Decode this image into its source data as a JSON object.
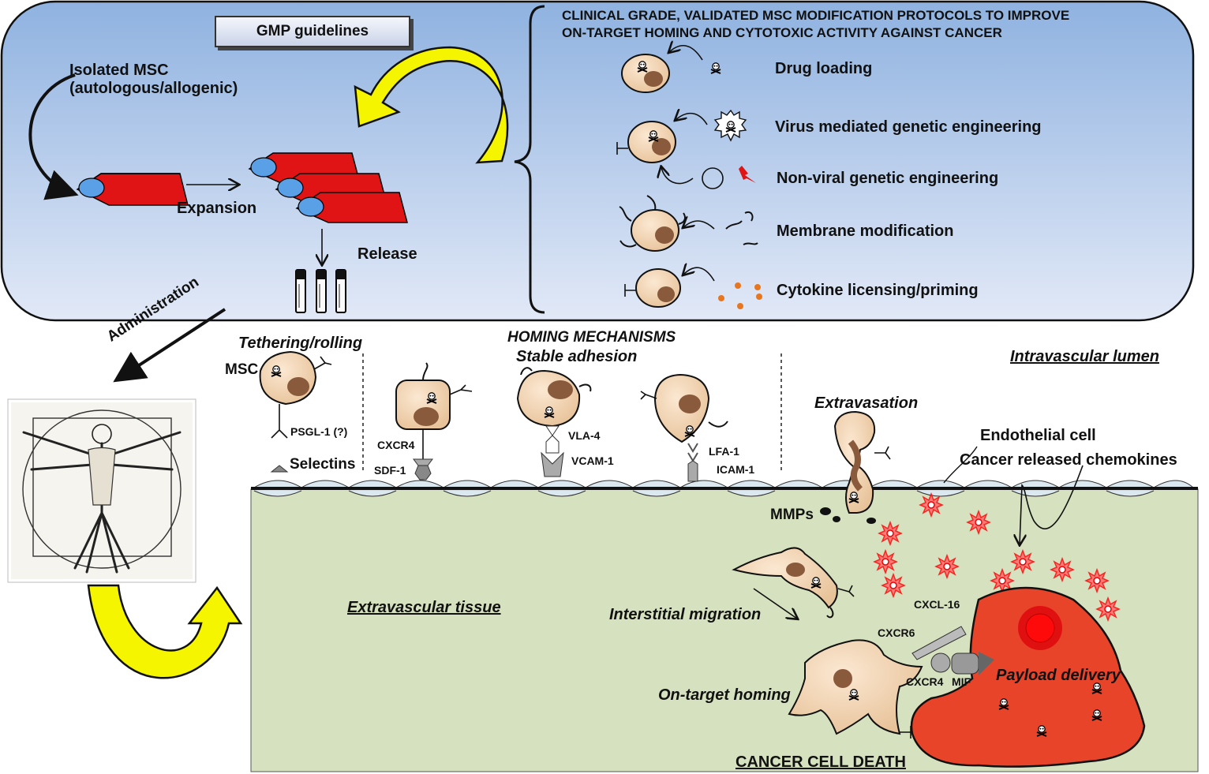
{
  "gmp_label": "GMP  guidelines",
  "protocol_header": {
    "line1": "CLINICAL GRADE, VALIDATED MSC MODIFICATION PROTOCOLS TO IMPROVE",
    "line2": "ON-TARGET HOMING AND CYTOTOXIC ACTIVITY AGAINST CANCER"
  },
  "protocols": [
    "Drug loading",
    "Virus mediated genetic engineering",
    "Non-viral genetic engineering",
    "Membrane modification",
    "Cytokine licensing/priming"
  ],
  "manufacturing": {
    "isolated_line1": "Isolated MSC",
    "isolated_line2": "(autologous/allogenic)",
    "expansion": "Expansion",
    "release": "Release"
  },
  "administration": "Administration",
  "homing": {
    "tethering": "Tethering/rolling",
    "msc": "MSC",
    "psgl1": "PSGL-1 (?)",
    "selectins": "Selectins",
    "title": "HOMING MECHANISMS",
    "stable": "Stable adhesion",
    "cxcr4": "CXCR4",
    "sdf1": "SDF-1",
    "vla4": "VLA-4",
    "vcam1": "VCAM-1",
    "lfa1": "LFA-1",
    "icam1": "ICAM-1",
    "intravascular": "Intravascular lumen",
    "extravasation": "Extravasation",
    "endothelial": "Endothelial cell",
    "chemokines": "Cancer released chemokines",
    "mmps": "MMPs"
  },
  "tissue": {
    "extravascular": "Extravascular tissue",
    "interstitial": "Interstitial migration",
    "cxcl16": "CXCL-16",
    "cxcr6": "CXCR6",
    "cxcr4": "CXCR4",
    "mif": "MIF",
    "payload": "Payload delivery",
    "ontarget": "On-target homing",
    "death": "CANCER CELL DEATH"
  },
  "colors": {
    "panel_top": "#8fb2e0",
    "panel_bottom": "#dde6f7",
    "tissue": "#d6e2bf",
    "cell": "#f6d9b8",
    "nucleus": "#8a5a3c",
    "cancer": "#e8442a",
    "flask_red": "#e01414",
    "arrow_yellow": "#f5f500"
  }
}
